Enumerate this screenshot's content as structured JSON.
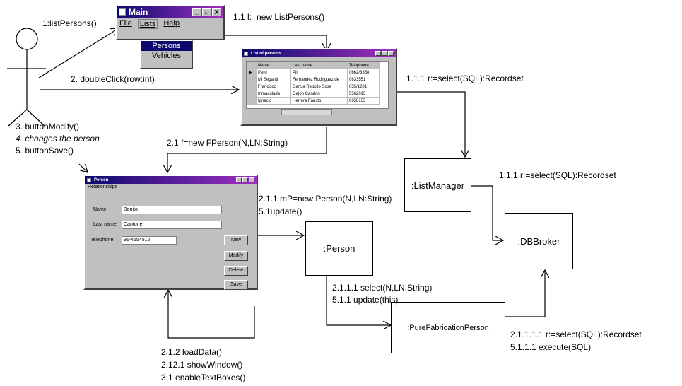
{
  "messages": {
    "m1": "1:listPersons()",
    "m11": "1.1 l:=new ListPersons()",
    "m2": "2. doubleClick(row:int)",
    "m111a": "1.1.1 r:=select(SQL):Recordset",
    "m3": "3. buttonModify()",
    "m4": "4. changes the person",
    "m5": "5. buttonSave()",
    "m21": "2.1 f=new FPerson(N,LN:String)",
    "m111b": "1.1.1 r:=select(SQL):Recordset",
    "m211": "2.1.1 mP=new Person(N,LN:String)",
    "m51": "5.1update()",
    "m2111": "2.1.1.1 select(N,LN:String)",
    "m511": "5.1.1 update(this)",
    "m21111": "2.1.1.1.1 r:=select(SQL):Recordset",
    "m5111": "5.1.1.1 execute(SQL)",
    "m212": "2.1.2 loadData()",
    "m2121": "2.12.1 showWindow()",
    "m31": "3.1 enableTextBoxes()"
  },
  "objects": {
    "list_manager": ":ListManager",
    "db_broker": ":DBBroker",
    "person": ":Person",
    "pure_fabrication": ":PureFabricationPerson"
  },
  "main_window": {
    "title": "Main",
    "menu": [
      "File",
      "Lists",
      "Help"
    ],
    "dropdown": [
      "Persons",
      "Vehicles"
    ],
    "controls": [
      "_",
      "□",
      "X"
    ]
  },
  "list_window": {
    "title": "List of persons",
    "columns": [
      "Name",
      "Last name",
      "Telephone"
    ],
    "rows": [
      [
        "Pero",
        "Pil",
        "0662/3358"
      ],
      [
        "Mi Seganti",
        "Fernandez Rodriguez de",
        "0633551"
      ],
      [
        "Francisco",
        "Garcia Rebollo Sose",
        "035/1201"
      ],
      [
        "Inmaculada",
        "Gajon Candon",
        "5562015"
      ],
      [
        "Ignacio",
        "Herrera Fausto",
        "0658153"
      ]
    ]
  },
  "person_window": {
    "title": "Person",
    "menu": "Relationships",
    "fields": [
      {
        "label": "Name:",
        "value": "Bonito"
      },
      {
        "label": "Last name:",
        "value": "Cantorie"
      },
      {
        "label": "Telephone:",
        "value": "91-4554512"
      }
    ],
    "buttons": [
      "New",
      "Modify",
      "Delete",
      "Save"
    ]
  },
  "colors": {
    "line": "#000000",
    "titlebar_start": "#0a0a6e",
    "titlebar_end": "#a030c0"
  }
}
